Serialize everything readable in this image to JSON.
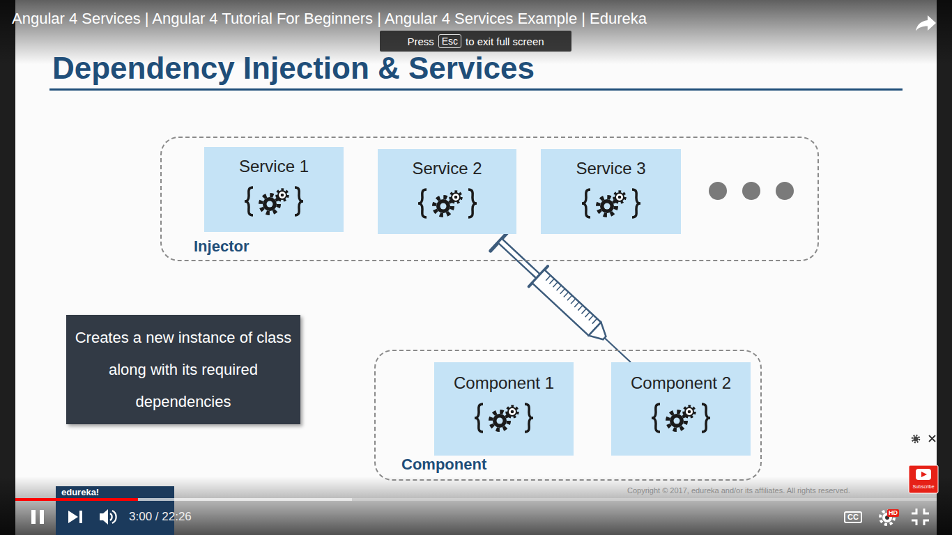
{
  "diagram": {
    "title": "Dependency Injection & Services",
    "nodes": [
      {
        "text": [
          "Injector"
        ]
      },
      {
        "text": [
          "Service 1"
        ],
        "in": 0
      },
      {
        "text": [
          "Service 2"
        ],
        "in": 0
      },
      {
        "text": [
          "Service 3"
        ],
        "in": 0
      },
      {
        "text": [
          "Component"
        ]
      },
      {
        "text": [
          "Component 1"
        ],
        "in": 4
      },
      {
        "text": [
          "Component 2"
        ],
        "in": 4
      },
      {
        "text": [
          "Creates a new instance of class along with its required dependencies"
        ]
      }
    ],
    "edges": [
      {
        "from": 2,
        "to": 6,
        "arrow": "none"
      }
    ],
    "labels": [
      "Angular 4 Services | Angular 4 Tutorial For Beginners | Angular 4 Services Example | Edureka",
      "Press",
      "Esc",
      "to exit full screen",
      "3:00 / 22:26",
      "CC",
      "HD",
      "Subscribe",
      "edureka!",
      "Copyright © 2017, edureka and/or its affiliates. All rights reserved."
    ]
  }
}
